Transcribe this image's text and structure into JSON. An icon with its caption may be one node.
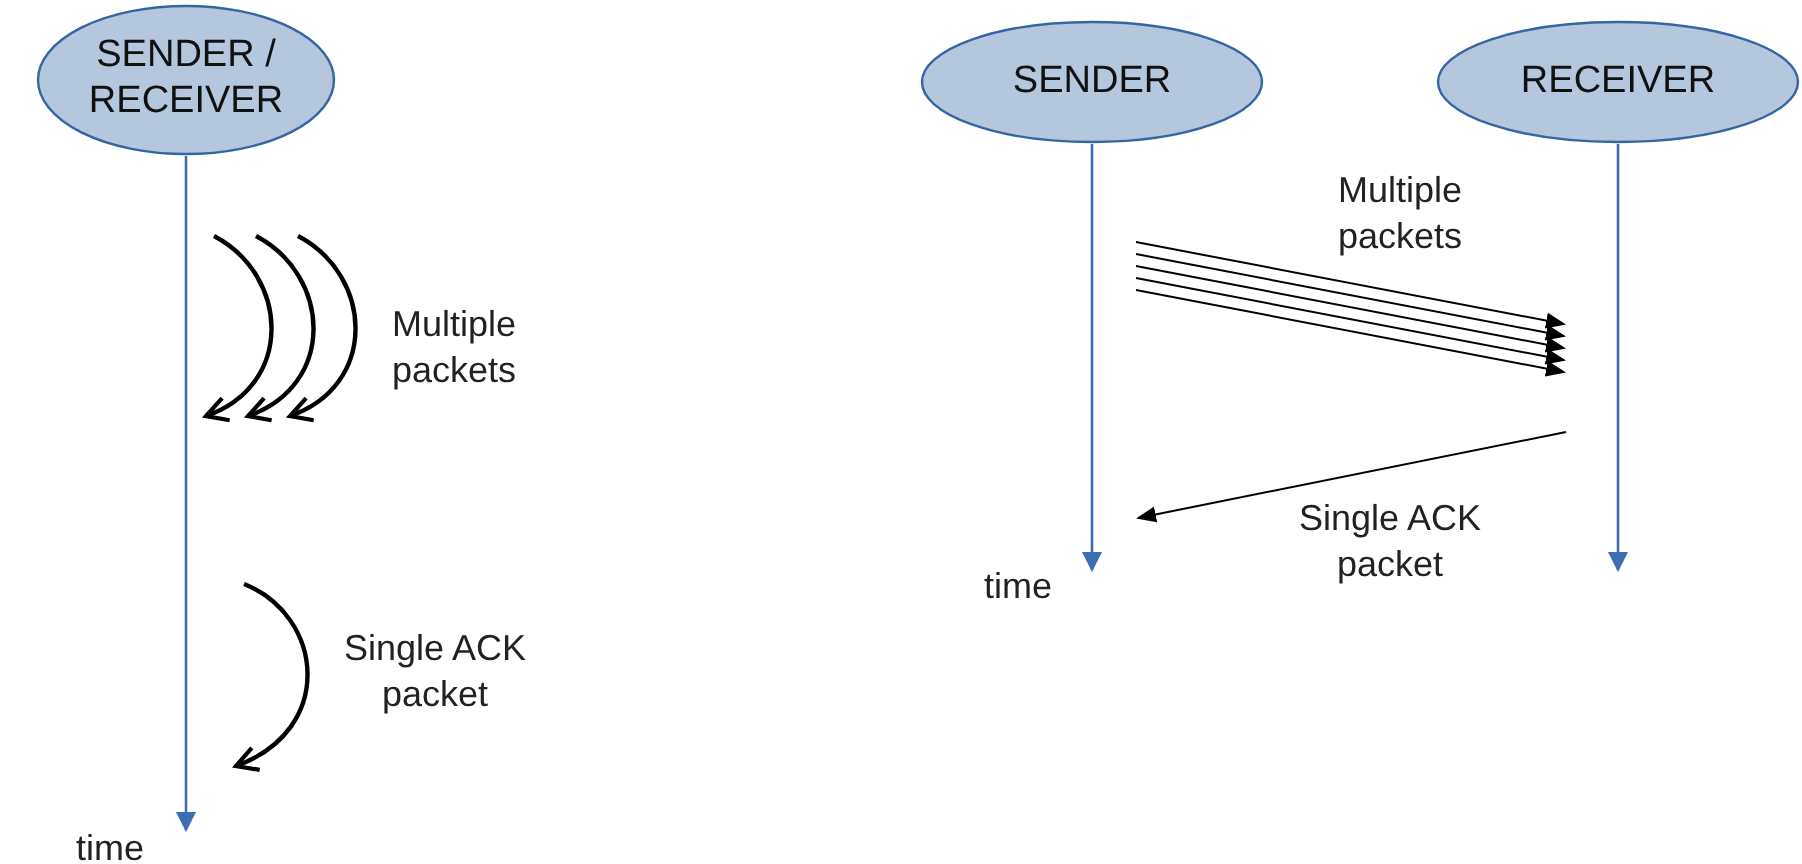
{
  "diagram": {
    "nodes": [
      {
        "text": [
          "SENDER / RECEIVER"
        ]
      },
      {
        "text": [
          "SENDER"
        ]
      },
      {
        "text": [
          "RECEIVER"
        ]
      }
    ],
    "edges": [
      {
        "from": 0,
        "to": null,
        "arrow": "to"
      },
      {
        "from": 1,
        "to": null,
        "arrow": "to"
      },
      {
        "from": 2,
        "to": null,
        "arrow": "to"
      }
    ],
    "labels": [
      "Multiple packets",
      "Single ACK packet",
      "time",
      "Multiple packets",
      "Single ACK packet",
      "time"
    ]
  }
}
